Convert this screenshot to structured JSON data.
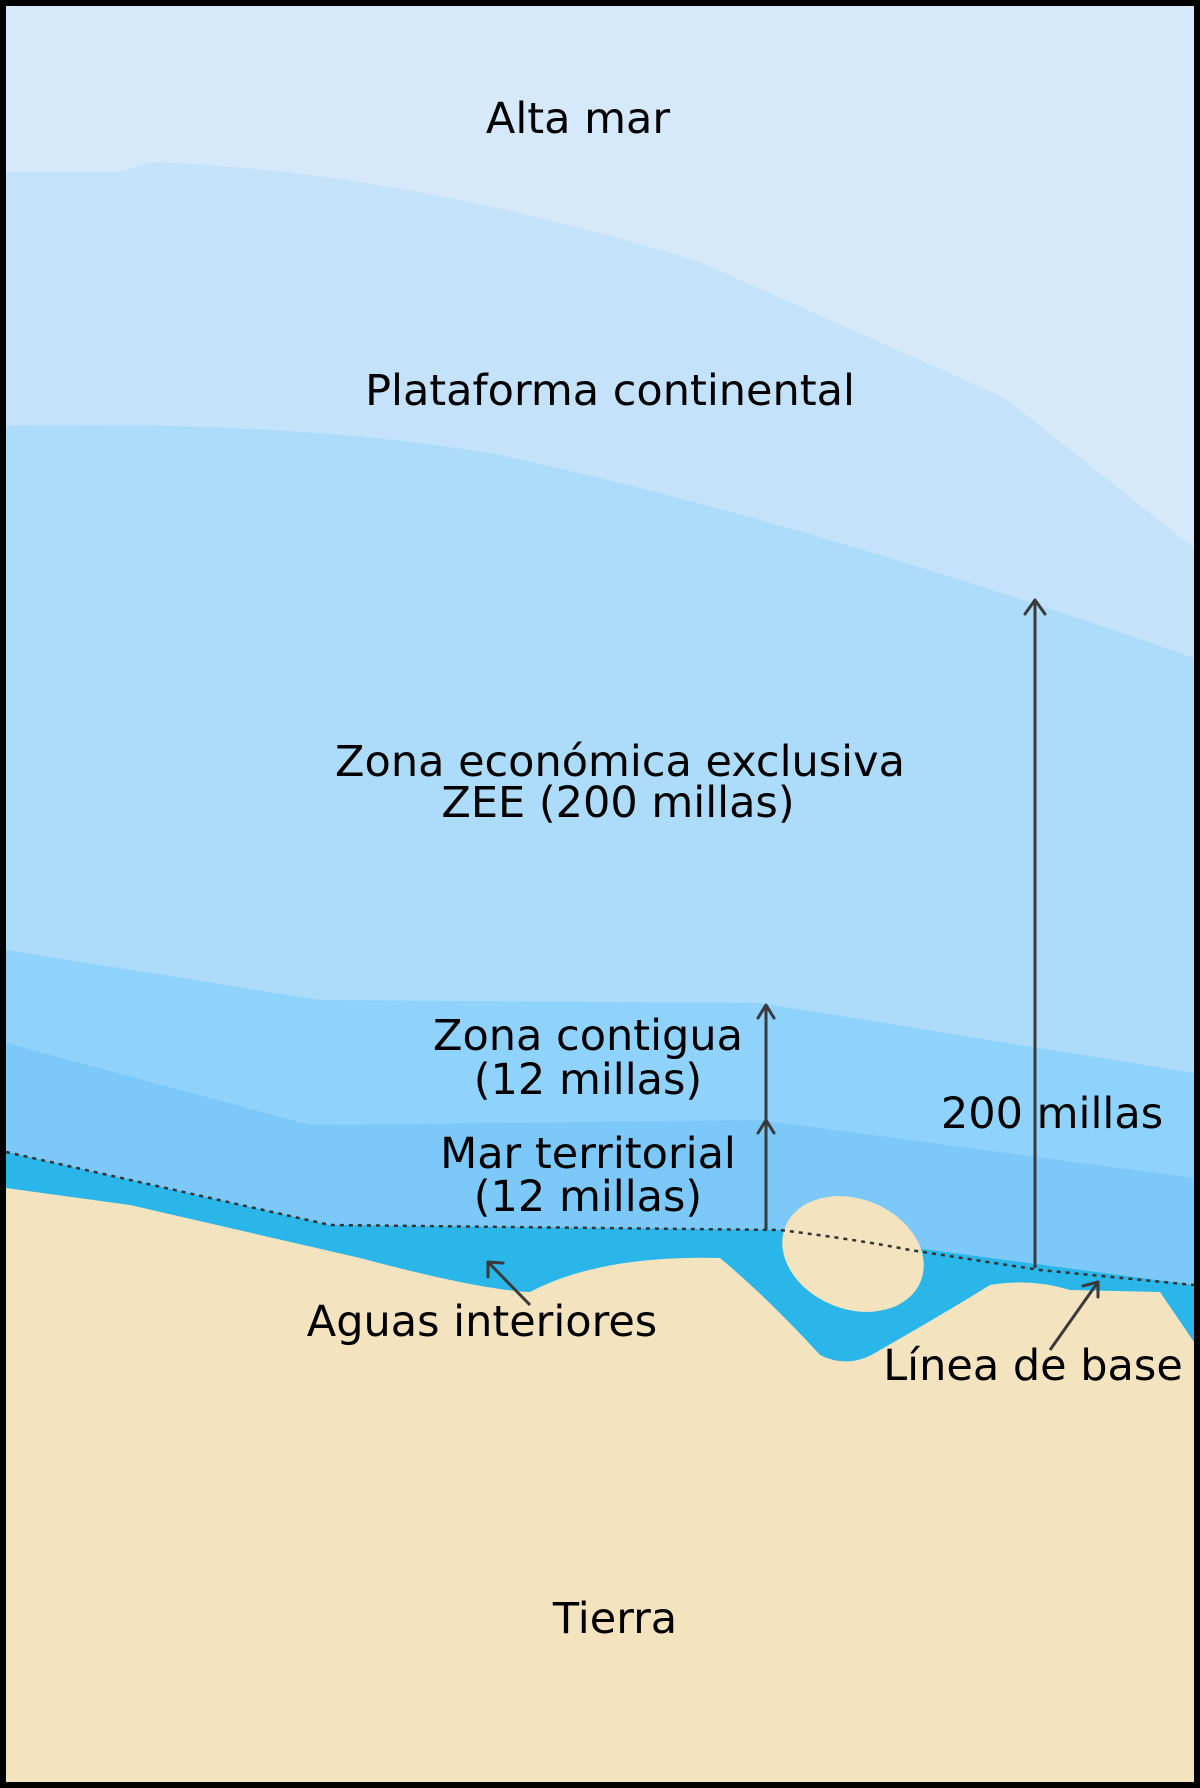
{
  "labels": {
    "alta_mar": "Alta mar",
    "plataforma": "Plataforma continental",
    "zee_line1": "Zona económica exclusiva",
    "zee_line2": "ZEE (200 millas)",
    "contigua_line1": "Zona contigua",
    "contigua_line2": "(12 millas)",
    "territorial_line1": "Mar territorial",
    "territorial_line2": "(12 millas)",
    "doscientas": "200 millas",
    "aguas": "Aguas interiores",
    "linea_base": "Línea de base",
    "tierra": "Tierra"
  },
  "colors": {
    "alta_mar": "#d5e9fa",
    "plataforma": "#c4e3fa",
    "zee": "#addcfb",
    "contigua": "#8fd2fc",
    "territorial": "#7cc8f8",
    "aguas_interiores": "#2bb6ea",
    "tierra": "#f4e3bf",
    "border": "#000000"
  }
}
